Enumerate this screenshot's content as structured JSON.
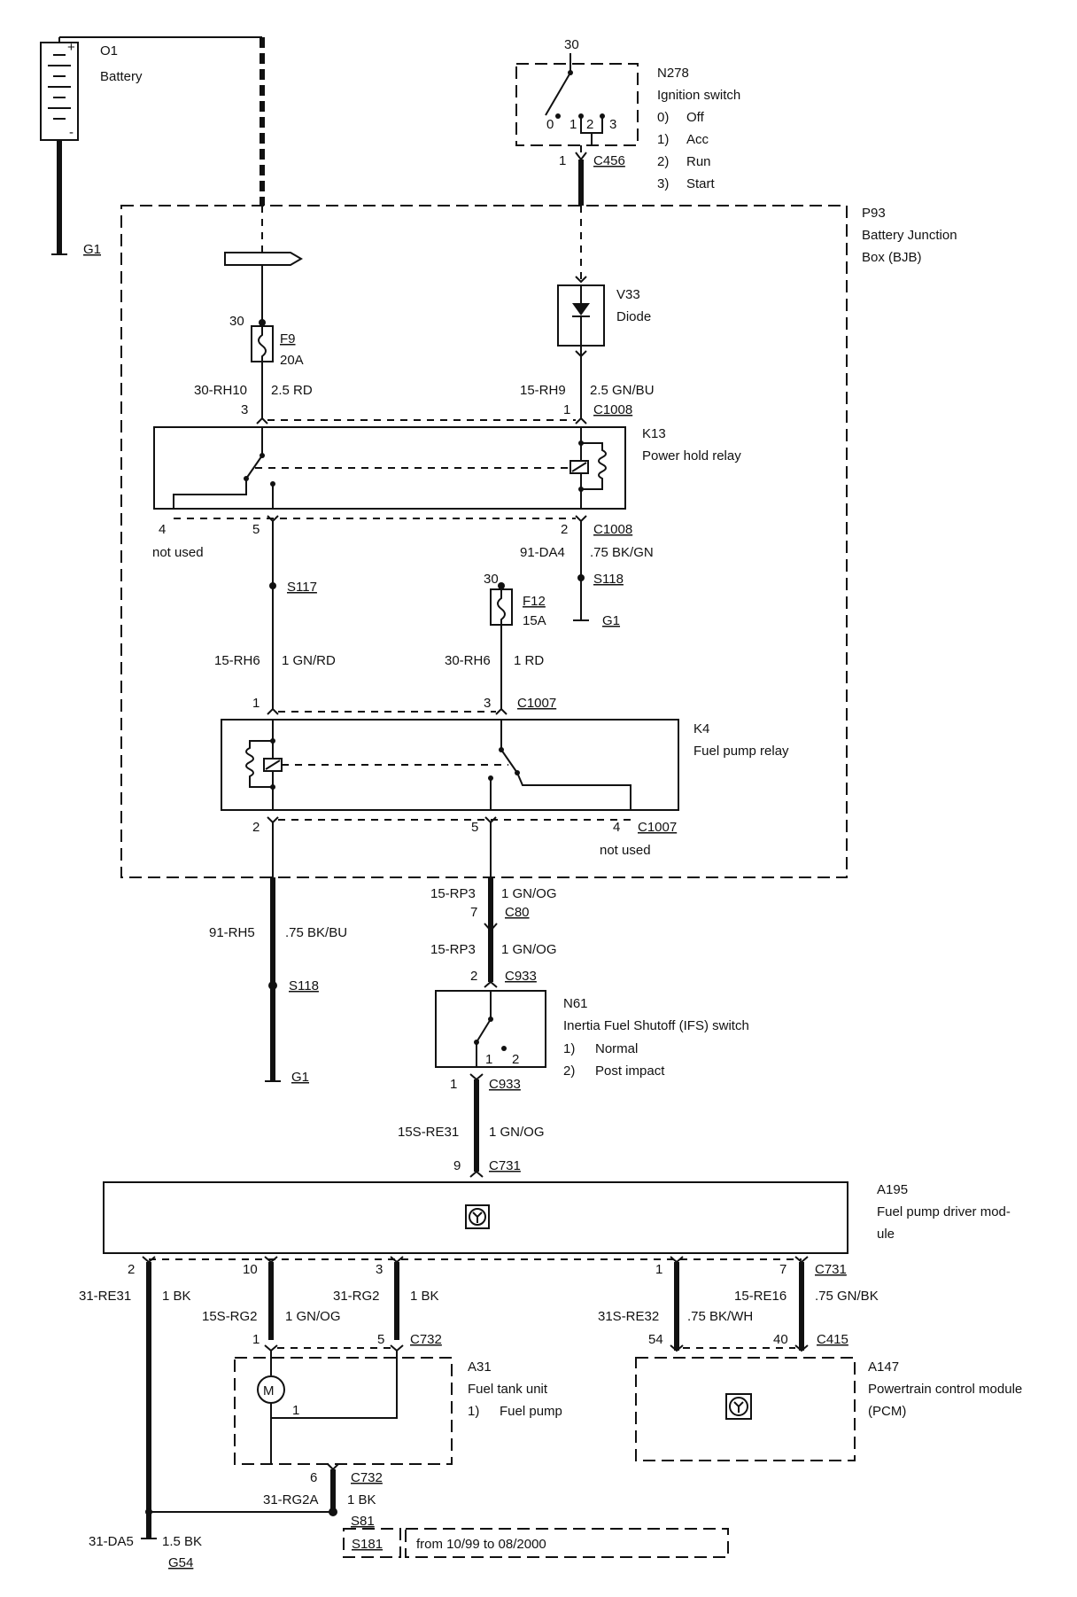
{
  "battery": {
    "id": "O1",
    "name": "Battery",
    "plus": "+",
    "minus": "-"
  },
  "grounds": {
    "g1": "G1",
    "g54": "G54"
  },
  "ignition": {
    "id": "N278",
    "name": "Ignition switch",
    "terminal": "30",
    "pos": [
      "0",
      "1",
      "2",
      "3"
    ],
    "states": [
      {
        "num": "0)",
        "label": "Off"
      },
      {
        "num": "1)",
        "label": "Acc"
      },
      {
        "num": "2)",
        "label": "Run"
      },
      {
        "num": "3)",
        "label": "Start"
      }
    ],
    "pin": "1",
    "connector": "C456"
  },
  "bjb": {
    "id": "P93",
    "line1": "Battery Junction",
    "line2": "Box (BJB)"
  },
  "diode": {
    "id": "V33",
    "name": "Diode"
  },
  "f9": {
    "terminal": "30",
    "id": "F9",
    "rating": "20A"
  },
  "f12": {
    "terminal": "30",
    "id": "F12",
    "rating": "15A"
  },
  "k13": {
    "id": "K13",
    "name": "Power hold relay",
    "connector": "C1008",
    "pin1": "1",
    "pin2": "2",
    "pin3": "3",
    "pin4": "4",
    "pin5": "5",
    "not_used": "not used"
  },
  "k4": {
    "id": "K4",
    "name": "Fuel pump relay",
    "connector": "C1007",
    "pin1": "1",
    "pin2": "2",
    "pin3": "3",
    "pin4": "4",
    "pin5": "5",
    "not_used": "not used"
  },
  "wires": {
    "rh10": {
      "circuit": "30-RH10",
      "spec": "2.5 RD"
    },
    "rh9": {
      "circuit": "15-RH9",
      "spec": "2.5 GN/BU"
    },
    "da4": {
      "circuit": "91-DA4",
      "spec": ".75 BK/GN"
    },
    "rh6a": {
      "circuit": "15-RH6",
      "spec": "1 GN/RD"
    },
    "rh6b": {
      "circuit": "30-RH6",
      "spec": "1 RD"
    },
    "rh5": {
      "circuit": "91-RH5",
      "spec": ".75 BK/BU"
    },
    "rp3a": {
      "circuit": "15-RP3",
      "spec": "1 GN/OG"
    },
    "rp3b": {
      "circuit": "15-RP3",
      "spec": "1 GN/OG"
    },
    "re31s": {
      "circuit": "15S-RE31",
      "spec": "1 GN/OG"
    },
    "re31": {
      "circuit": "31-RE31",
      "spec": "1 BK"
    },
    "rg2s": {
      "circuit": "15S-RG2",
      "spec": "1 GN/OG"
    },
    "rg2": {
      "circuit": "31-RG2",
      "spec": "1 BK"
    },
    "re32": {
      "circuit": "31S-RE32",
      "spec": ".75 BK/WH"
    },
    "re16": {
      "circuit": "15-RE16",
      "spec": ".75 GN/BK"
    },
    "rg2a": {
      "circuit": "31-RG2A",
      "spec": "1 BK"
    },
    "da5": {
      "circuit": "31-DA5",
      "spec": "1.5 BK"
    }
  },
  "splices": {
    "s117": "S117",
    "s118a": "S118",
    "s118b": "S118",
    "s81": "S81",
    "s181": "S181"
  },
  "c80": {
    "pin": "7",
    "connector": "C80"
  },
  "ifs": {
    "id": "N61",
    "name": "Inertia Fuel Shutoff (IFS) switch",
    "states": [
      {
        "num": "1)",
        "label": "Normal"
      },
      {
        "num": "2)",
        "label": "Post impact"
      }
    ],
    "pos1": "1",
    "pos2": "2",
    "connector": "C933",
    "pin_in": "2",
    "pin_out": "1"
  },
  "a195": {
    "id": "A195",
    "line1": "Fuel pump driver mod-",
    "line2": "ule",
    "connector": "C731",
    "pin_in": "9",
    "pins": {
      "p2": "2",
      "p10": "10",
      "p3": "3",
      "p1": "1",
      "p7": "7"
    }
  },
  "a31": {
    "id": "A31",
    "name": "Fuel tank unit",
    "state_num": "1)",
    "state_label": "Fuel pump",
    "motor": "M",
    "motor_pin": "1",
    "connector": "C732",
    "pin1": "1",
    "pin5": "5",
    "pin6": "6"
  },
  "a147": {
    "id": "A147",
    "line1": "Powertrain control module",
    "line2": "(PCM)",
    "connector": "C415",
    "pin54": "54",
    "pin40": "40"
  },
  "note": "from 10/99 to 08/2000"
}
